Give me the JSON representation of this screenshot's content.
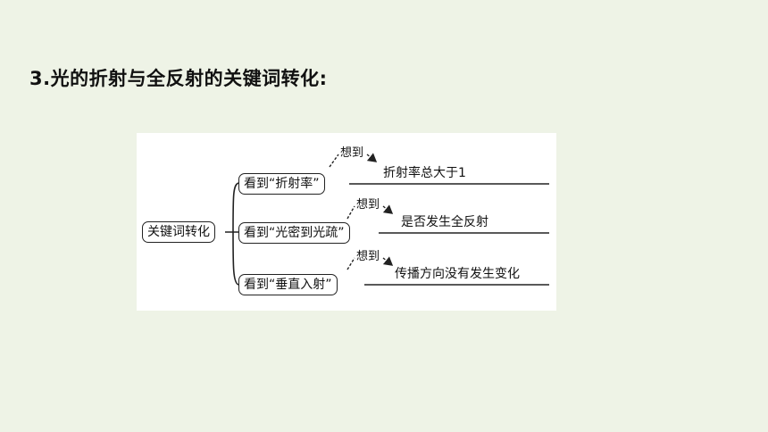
{
  "heading": "3.光的折射与全反射的关键词转化:",
  "root_label": "关键词转化",
  "branches": [
    {
      "keyword": "看到“折射率”",
      "arrow_label": "想到",
      "result": "折射率总大于1"
    },
    {
      "keyword": "看到“光密到光疏”",
      "arrow_label": "想到",
      "result": "是否发生全反射"
    },
    {
      "keyword": "看到“垂直入射”",
      "arrow_label": "想到",
      "result": "传播方向没有发生变化"
    }
  ]
}
